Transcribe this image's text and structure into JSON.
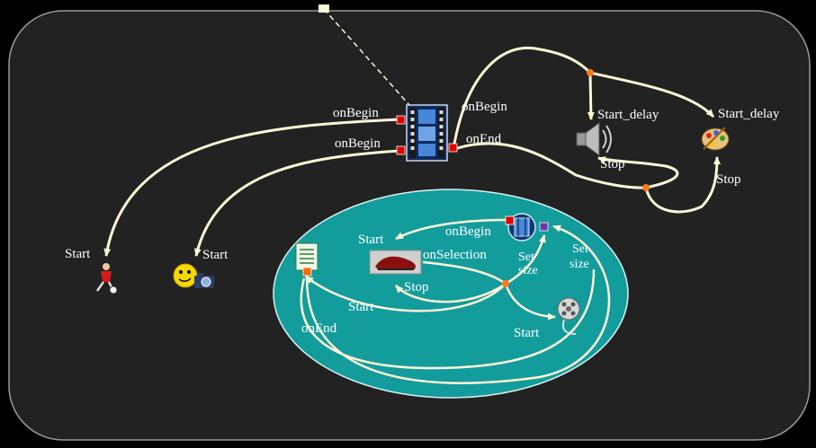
{
  "labels": {
    "onbegin_top": "onBegin",
    "onbegin_mid": "onBegin",
    "onbegin_right": "onBegin",
    "onend_right": "onEnd",
    "start_delay_1": "Start_delay",
    "start_delay_2": "Start_delay",
    "stop_speaker": "Stop",
    "stop_palette": "Stop",
    "start_left_1": "Start",
    "start_left_2": "Start",
    "start_inner": "Start",
    "onbegin_inner": "onBegin",
    "onselection": "onSelection",
    "set_size_1a": "Set",
    "set_size_1b": "size",
    "set_size_2a": "Set",
    "set_size_2b": "size",
    "stop_inner": "Stop",
    "start_bottom": "Start",
    "start_lower": "Start",
    "onend_inner": "onEnd"
  },
  "colors": {
    "background": "#000000",
    "panel": "#222222",
    "panel_border": "#9a9a9a",
    "ellipse": "#139c9c",
    "arrow": "#fff7d6",
    "port_red": "#e00000",
    "port_orange": "#ff6a00",
    "port_purple": "#6a3aa8",
    "junction": "#ff7a1a"
  },
  "icons": [
    "film-icon",
    "speaker-icon",
    "palette-icon",
    "soccer-player-icon",
    "smiley-camera-icon",
    "document-icon",
    "shoe-image-icon",
    "film-small-icon",
    "film-reel-icon"
  ]
}
